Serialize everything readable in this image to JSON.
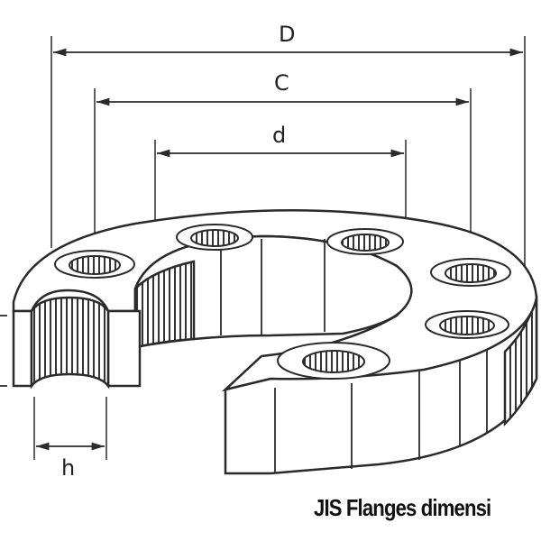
{
  "dimensions": {
    "D": "D",
    "C": "C",
    "d": "d",
    "h": "h"
  },
  "caption": "JIS Flanges dimensi",
  "colors": {
    "line": "#2a2a2a",
    "shade": "#3a3a3a"
  }
}
